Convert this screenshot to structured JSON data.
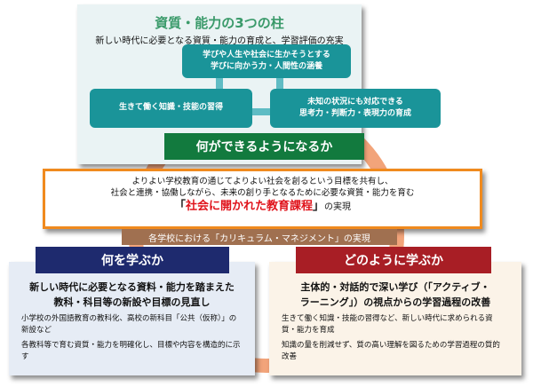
{
  "top": {
    "title": "資質・能力の3つの柱",
    "subtitle": "新しい時代に必要となる資質・能力の育成と、学習評価の充実",
    "pillars": [
      {
        "line1": "学びや人生や社会に生かそうとする",
        "line2": "学びに向かう力・人間性の涵養"
      },
      {
        "line1": "生きて働く知識・技能の習得",
        "line2": ""
      },
      {
        "line1": "未知の状況にも対応できる",
        "line2": "思考力・判断力・表現力の育成"
      }
    ],
    "banner": "何ができるようになるか"
  },
  "middle": {
    "line1": "よりよい学校教育の通じてよりよい社会を創るという目標を共有し、",
    "line2": "社会と連携・協働しながら、未来の創り手となるために必要な資質・能力を育む",
    "highlight_open": "「",
    "highlight": "社会に開かれた教育課程",
    "highlight_close": "」",
    "highlight_suffix": "の実現",
    "banner": "各学校における「カリキュラム・マネジメント」の実現"
  },
  "left": {
    "header": "何を学ぶか",
    "title_line1": "新しい時代に必要となる資料・能力を踏まえた",
    "title_line2": "教科・科目等の新設や目標の見直し",
    "items": [
      "小学校の外国語教育の教科化、高校の新科目「公共（仮称）」の新設など",
      "各教科等で育む資質・能力を明確化し、目標や内容を構造的に示す"
    ]
  },
  "right": {
    "header": "どのように学ぶか",
    "title_line1": "主体的・対話的で深い学び（「アクティブ・",
    "title_line2": "ラーニング」）の視点からの学習過程の改善",
    "items": [
      "生きて働く知識・技能の習得など、新しい時代に求められる資質・能力を育成",
      "知識の量を削減せず、質の高い理解を図るための学習過程の質的改善"
    ]
  },
  "colors": {
    "ring": "#f2a47a",
    "teal": "#1a9499",
    "green": "#127a3e",
    "orange_border": "#f08a1e",
    "brown": "#a07050",
    "navy": "#1e2a6e",
    "crimson": "#a81e25",
    "highlight_red": "#e0141c"
  }
}
